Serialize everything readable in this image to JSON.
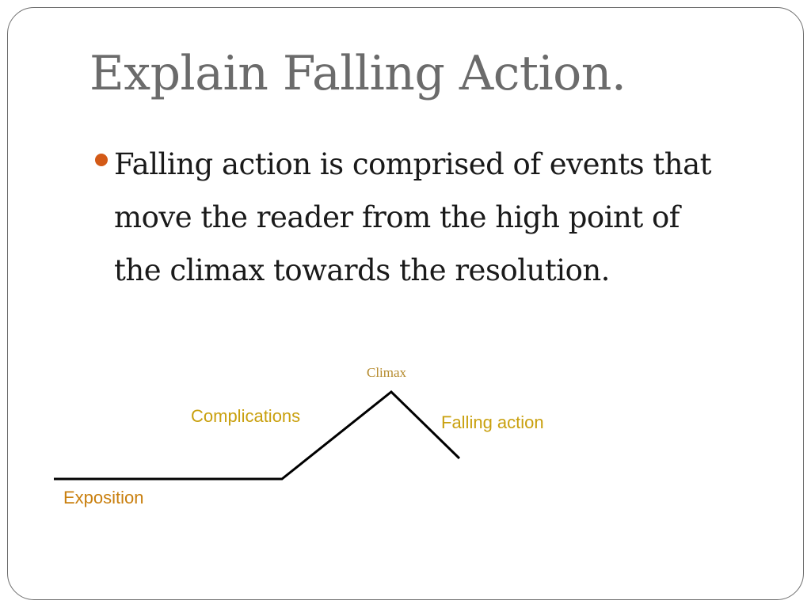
{
  "slide": {
    "title": "Explain Falling Action.",
    "bullet": "Falling action is comprised of events that move the reader from the high point of the climax towards the resolution."
  },
  "diagram": {
    "labels": {
      "climax": "Climax",
      "complications": "Complications",
      "falling_action": "Falling action",
      "exposition": "Exposition"
    }
  },
  "colors": {
    "title": "#6b6b6b",
    "bullet": "#d35a17",
    "climax_label": "#b58a2c",
    "complications_label": "#c9a00e",
    "falling_label": "#c9a00e",
    "exposition_label": "#c97f0e",
    "plot_line": "#000000",
    "frame": "#6e6e6e"
  }
}
